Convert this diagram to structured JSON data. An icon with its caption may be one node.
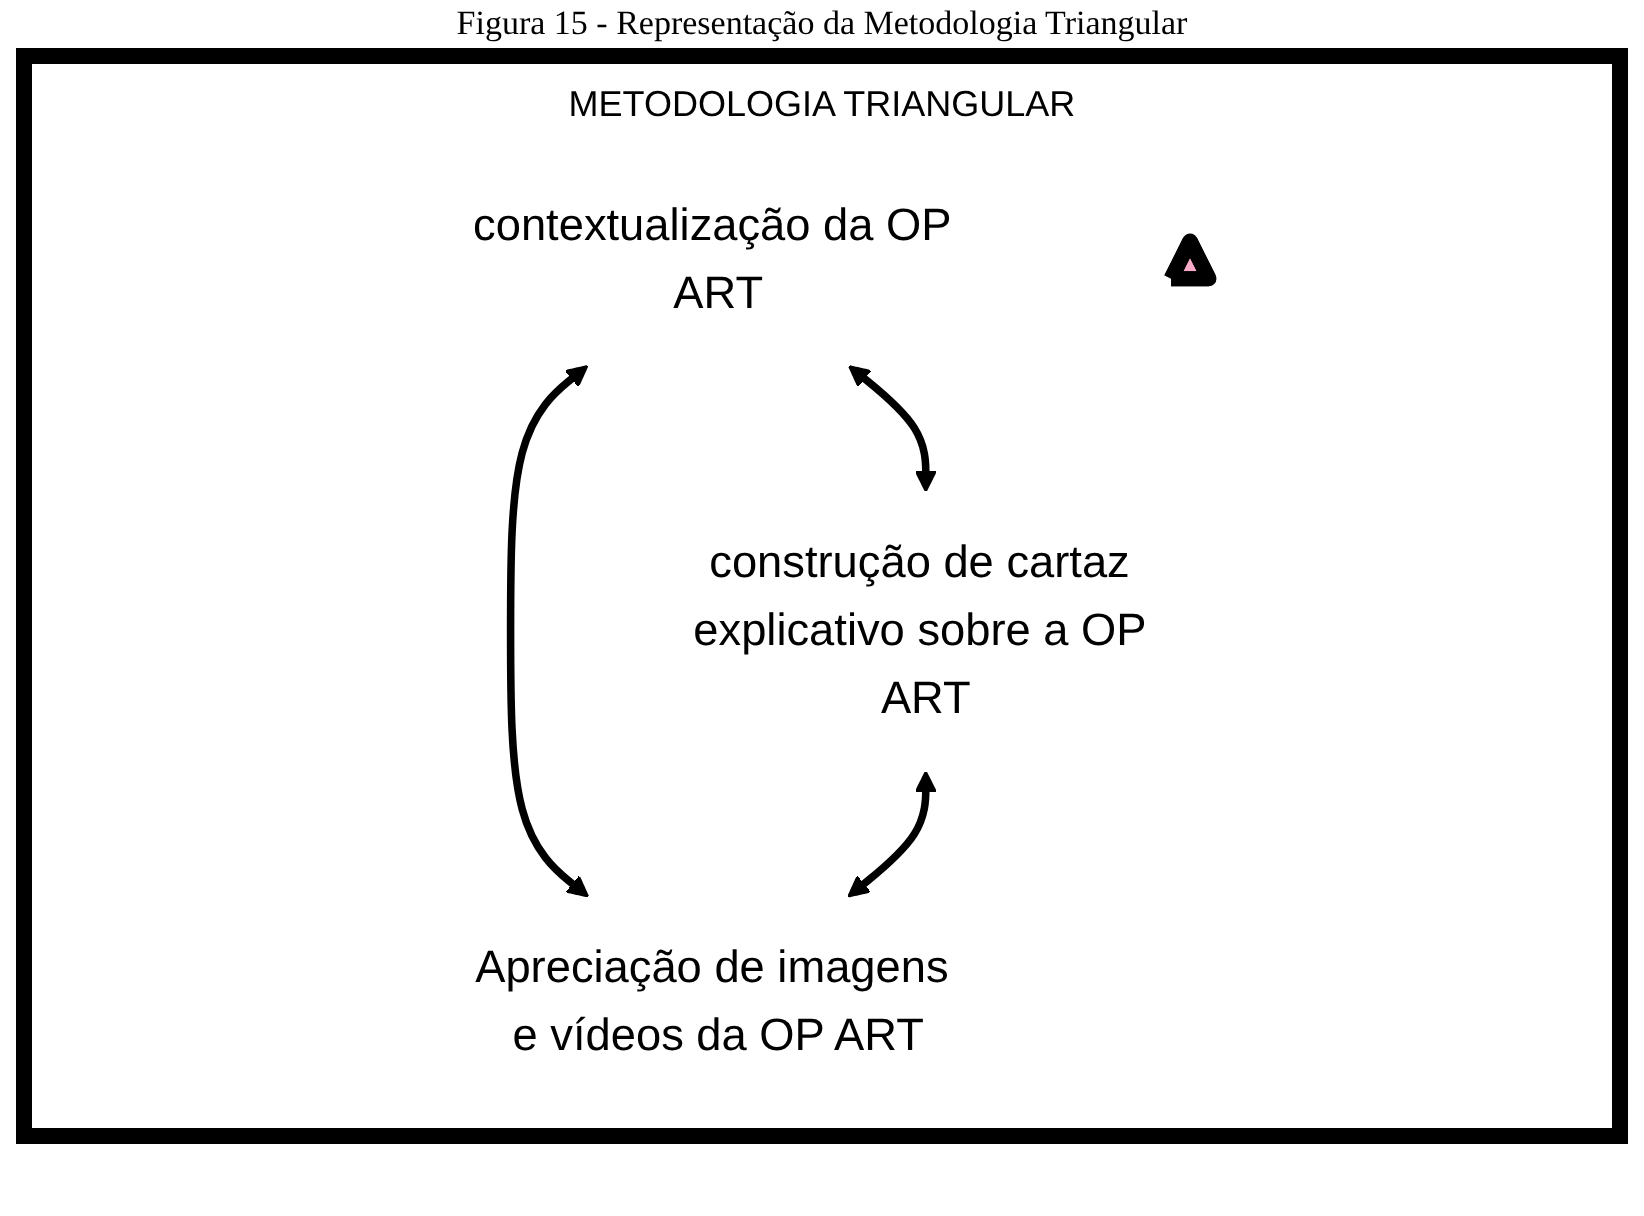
{
  "diagram": {
    "title": "METODOLOGIA TRIANGULAR",
    "caption": "Figura 15 - Representação da Metodologia Triangular",
    "nodes": [
      {
        "text": [
          "contextualização da OP ART"
        ]
      },
      {
        "text": [],
        "shape": "triangle"
      },
      {
        "text": [
          "construção de cartaz explicativo sobre a OP ART"
        ]
      },
      {
        "text": [
          "Apreciação de imagens e vídeos da OP ART"
        ]
      }
    ],
    "edges": [
      {
        "from": 0,
        "to": 2,
        "arrow": "both"
      },
      {
        "from": 0,
        "to": 3,
        "arrow": "both"
      },
      {
        "from": 2,
        "to": 3,
        "arrow": "both"
      }
    ]
  }
}
